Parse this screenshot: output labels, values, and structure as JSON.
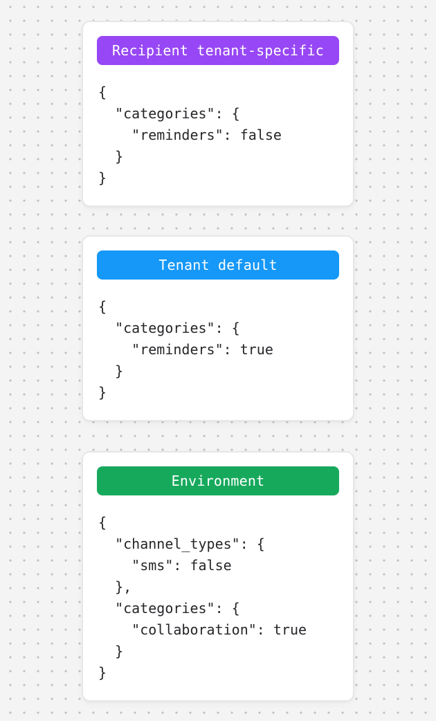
{
  "background": {
    "base_color": "#F4F4F5",
    "dot_color": "#BFBFC2"
  },
  "cards": [
    {
      "badge": {
        "label": "Recipient tenant-specific",
        "color": "#9747F5"
      },
      "code": "{\n  \"categories\": {\n    \"reminders\": false\n  }\n}"
    },
    {
      "badge": {
        "label": "Tenant default",
        "color": "#1598F7"
      },
      "code": "{\n  \"categories\": {\n    \"reminders\": true\n  }\n}"
    },
    {
      "badge": {
        "label": "Environment",
        "color": "#16A95C"
      },
      "code": "{\n  \"channel_types\": {\n    \"sms\": false\n  },\n  \"categories\": {\n    \"collaboration\": true\n  }\n}"
    }
  ],
  "code_text_color": "#26262A"
}
